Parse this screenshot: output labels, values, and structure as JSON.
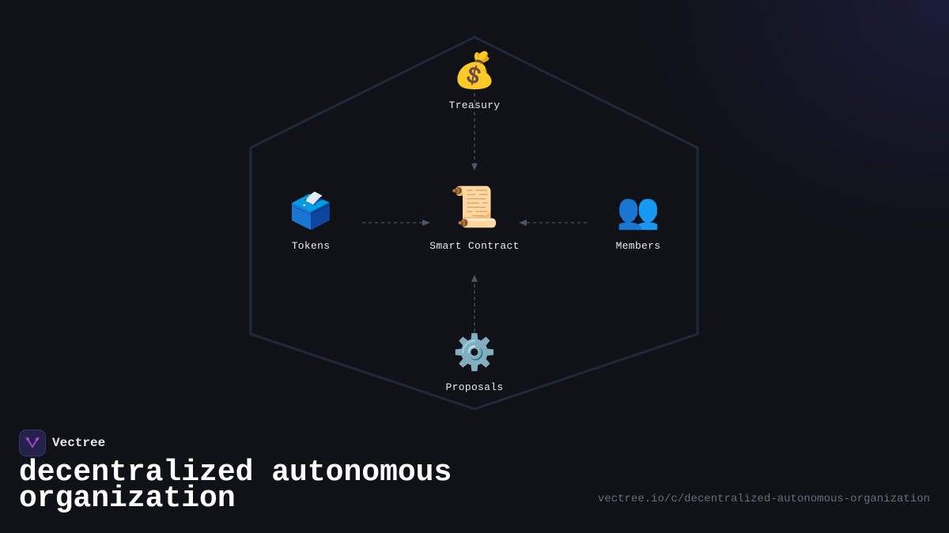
{
  "diagram": {
    "title": "decentralized autonomous organization",
    "nodes": [
      {
        "id": "treasury",
        "label": "Treasury",
        "icon": "money-bag-icon",
        "glyph": "💰"
      },
      {
        "id": "tokens",
        "label": "Tokens",
        "icon": "ballot-box-icon",
        "glyph": "🗳️"
      },
      {
        "id": "smart_contract",
        "label": "Smart Contract",
        "icon": "scroll-icon",
        "glyph": "📜"
      },
      {
        "id": "members",
        "label": "Members",
        "icon": "people-icon",
        "glyph": "👥"
      },
      {
        "id": "proposals",
        "label": "Proposals",
        "icon": "gear-icon",
        "glyph": "⚙️"
      }
    ],
    "edges": [
      {
        "from": "treasury",
        "to": "smart_contract",
        "style": "dashed"
      },
      {
        "from": "tokens",
        "to": "smart_contract",
        "style": "dashed"
      },
      {
        "from": "members",
        "to": "smart_contract",
        "style": "dashed"
      },
      {
        "from": "proposals",
        "to": "smart_contract",
        "style": "dashed"
      }
    ],
    "colors": {
      "background": "#111118",
      "hexagon_stroke": "#1e2a3c",
      "edge": "#4a5566",
      "label": "#e8e8ee"
    }
  },
  "brand": {
    "name": "Vectree",
    "logo_color": "#a63fd6"
  },
  "footer": {
    "title": "decentralized autonomous organization",
    "url": "vectree.io/c/decentralized-autonomous-organization"
  }
}
